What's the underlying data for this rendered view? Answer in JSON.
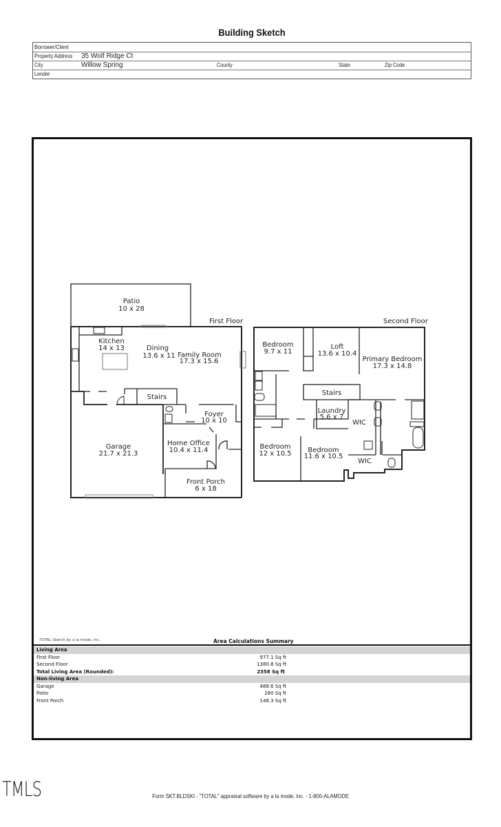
{
  "document": {
    "title": "Building Sketch"
  },
  "header": {
    "borrower_label": "Borrower/Client",
    "borrower_value": "",
    "address_label": "Property Address",
    "address_value": "35 Wolf Ridge Ct",
    "city_label": "City",
    "city_value": "Willow Spring",
    "county_label": "County",
    "state_label": "State",
    "zip_label": "Zip Code",
    "lender_label": "Lender"
  },
  "sketch": {
    "first_floor": {
      "label": "First Floor",
      "rooms": [
        {
          "name": "Patio",
          "dims": "10 x 28"
        },
        {
          "name": "Kitchen",
          "dims": "14 x 13"
        },
        {
          "name": "Dining",
          "dims": "13.6 x 11"
        },
        {
          "name": "Family Room",
          "dims": "17.3 x 15.6"
        },
        {
          "name": "Stairs",
          "dims": ""
        },
        {
          "name": "Foyer",
          "dims": "10 x 10"
        },
        {
          "name": "Garage",
          "dims": "21.7 x 21.3"
        },
        {
          "name": "Home Office",
          "dims": "10.4 x 11.4"
        },
        {
          "name": "Front Porch",
          "dims": "6 x 18"
        }
      ]
    },
    "second_floor": {
      "label": "Second Floor",
      "rooms": [
        {
          "name": "Bedroom",
          "dims": "9.7 x 11"
        },
        {
          "name": "Loft",
          "dims": "13.6 x 10.4"
        },
        {
          "name": "Primary Bedroom",
          "dims": "17.3 x 14.8"
        },
        {
          "name": "Stairs",
          "dims": ""
        },
        {
          "name": "Laundry",
          "dims": "5.6 x 7"
        },
        {
          "name": "WIC",
          "dims": ""
        },
        {
          "name": "Bedroom",
          "dims": "12 x 10.5"
        },
        {
          "name": "Bedroom",
          "dims": "11.6 x 10.5"
        },
        {
          "name": "WIC",
          "dims": ""
        }
      ]
    }
  },
  "summary": {
    "credit": "TOTAL Sketch by a la mode, inc.",
    "title": "Area Calculations Summary",
    "rows": [
      {
        "type": "section",
        "label": "Living Area",
        "value": ""
      },
      {
        "type": "item",
        "label": "First Floor",
        "value": "977.1 Sq ft"
      },
      {
        "type": "item",
        "label": "Second Floor",
        "value": "1380.8 Sq ft"
      },
      {
        "type": "total",
        "label": "Total Living Area (Rounded):",
        "value": "2358 Sq ft"
      },
      {
        "type": "section",
        "label": "Non-living Area",
        "value": ""
      },
      {
        "type": "item",
        "label": "Garage",
        "value": "488.6 Sq ft"
      },
      {
        "type": "item",
        "label": "Patio",
        "value": "280 Sq ft"
      },
      {
        "type": "item",
        "label": "Front Porch",
        "value": "146.3 Sq ft"
      }
    ]
  },
  "branding": {
    "logo": "TMLS"
  },
  "footer": {
    "text": "Form SKT.BLDSKI - \"TOTAL\" appraisal software by a la mode, inc. - 1-800-ALAMODE"
  }
}
